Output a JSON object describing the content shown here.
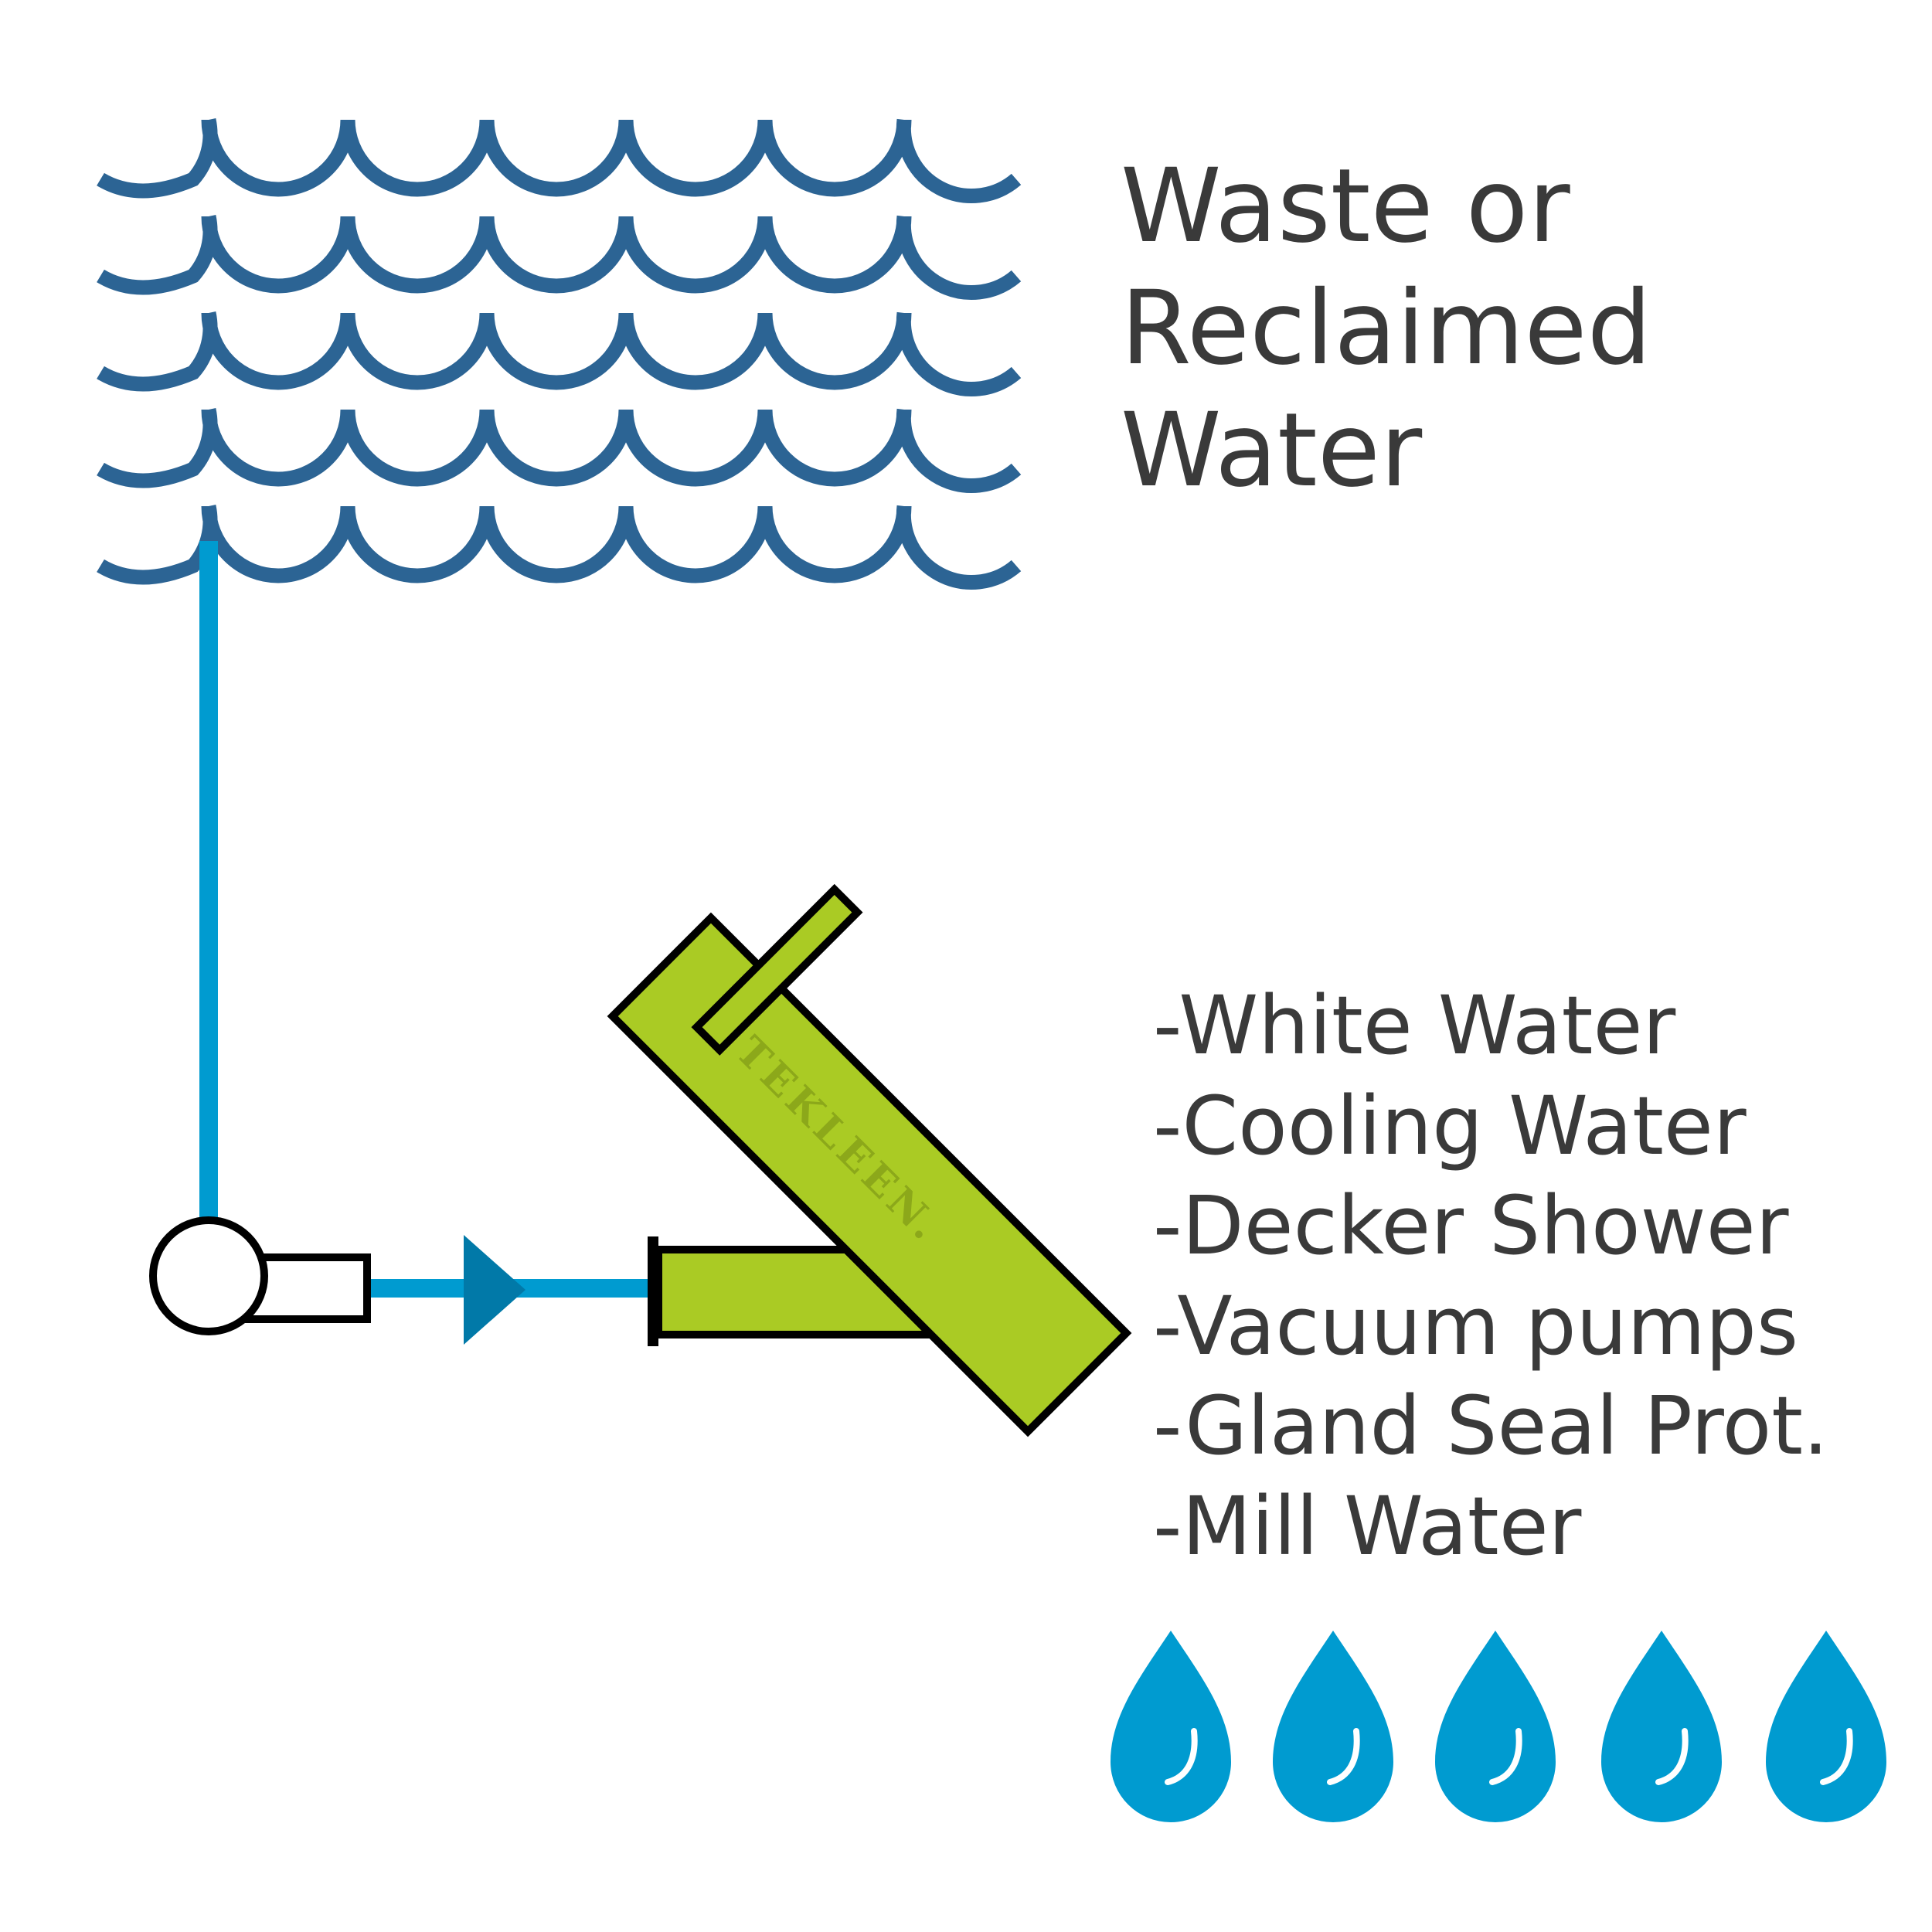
{
  "title": {
    "lines": [
      "Waste or",
      "Reclaimed",
      "Water"
    ]
  },
  "uses": [
    "-White Water",
    "-Cooling Water",
    "-Decker Shower",
    "-Vacuum pumps",
    "-Gland Seal Prot.",
    "-Mill Water"
  ],
  "filter_brand": "TEKLEEN.",
  "colors": {
    "wave": "#2c6494",
    "pipe": "#009bd0",
    "arrow": "#0179a8",
    "filter": "#aacb24",
    "filter_text": "#8ca81a",
    "outline": "#000000",
    "drop": "#009bd0",
    "text": "#3a3a3a"
  },
  "icons": [
    "waves-icon",
    "pump-icon",
    "flow-arrow-icon",
    "tekleen-filter-icon",
    "water-drop-icon"
  ]
}
